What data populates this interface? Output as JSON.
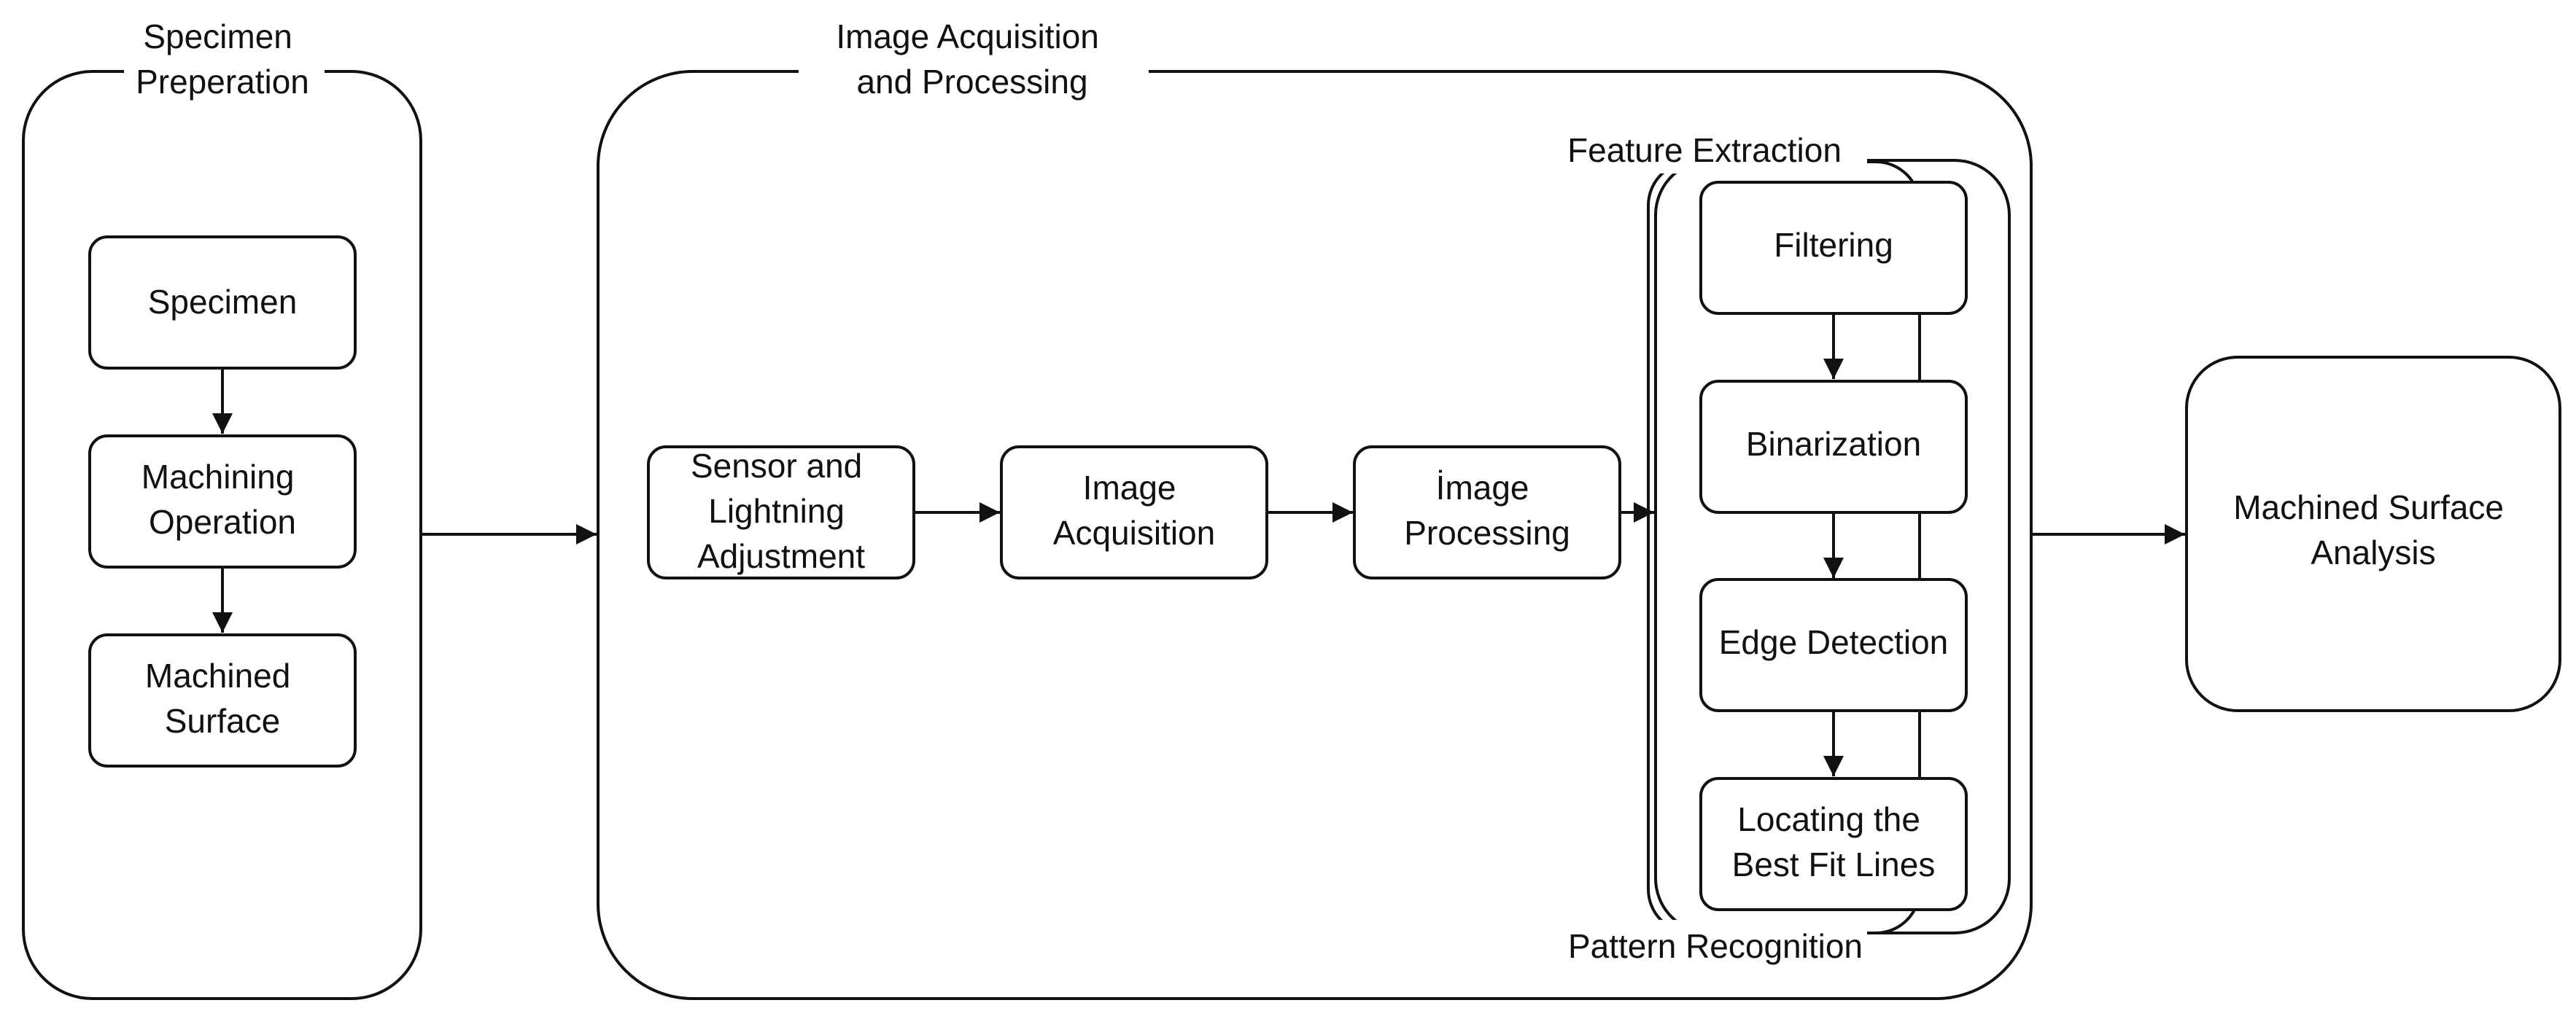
{
  "groups": {
    "specimen_prep": [
      "Specimen",
      "Preperation"
    ],
    "acquisition": [
      "Image Acquisition",
      "and Processing"
    ],
    "feature_extraction": "Feature Extraction",
    "pattern_recognition": "Pattern Recognition"
  },
  "nodes": {
    "specimen": [
      "Specimen"
    ],
    "machining_operation": [
      "Machining",
      "Operation"
    ],
    "machined_surface": [
      "Machined",
      "Surface"
    ],
    "sensor": [
      "Sensor and",
      "Lightning",
      "Adjustment"
    ],
    "image_acquisition": [
      "Image",
      "Acquisition"
    ],
    "image_processing": [
      "İmage",
      "Processing"
    ],
    "filtering": [
      "Filtering"
    ],
    "binarization": [
      "Binarization"
    ],
    "edge_detection": [
      "Edge Detection"
    ],
    "best_fit_lines": [
      "Locating the",
      "Best Fit Lines"
    ],
    "surface_analysis": [
      "Machined Surface",
      "Analysis"
    ]
  },
  "edges": [
    {
      "from": "specimen",
      "to": "machining_operation"
    },
    {
      "from": "machining_operation",
      "to": "machined_surface"
    },
    {
      "from": "specimen_prep",
      "to": "acquisition"
    },
    {
      "from": "sensor",
      "to": "image_acquisition"
    },
    {
      "from": "image_acquisition",
      "to": "image_processing"
    },
    {
      "from": "image_processing",
      "to": "feature_extraction"
    },
    {
      "from": "filtering",
      "to": "binarization"
    },
    {
      "from": "binarization",
      "to": "edge_detection"
    },
    {
      "from": "edge_detection",
      "to": "best_fit_lines"
    },
    {
      "from": "acquisition",
      "to": "surface_analysis"
    }
  ]
}
